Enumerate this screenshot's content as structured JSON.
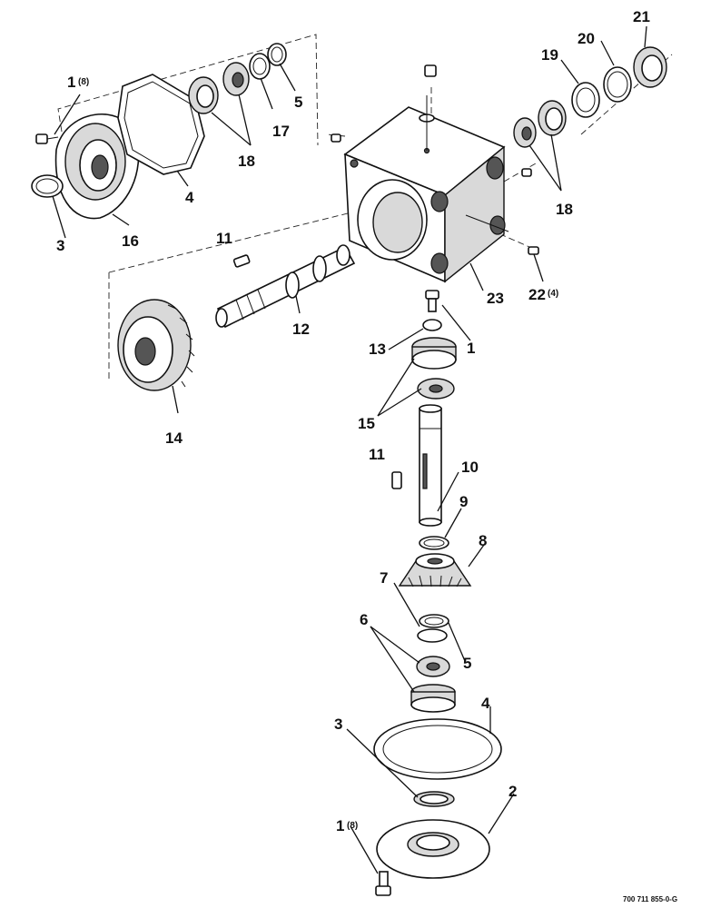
{
  "drawing_code": "700 711 855-0-G",
  "callouts": [
    {
      "id": "c1a",
      "number": "1",
      "qty": "(8)"
    },
    {
      "id": "c5a",
      "number": "5"
    },
    {
      "id": "c17",
      "number": "17"
    },
    {
      "id": "c18a",
      "number": "18"
    },
    {
      "id": "c4a",
      "number": "4"
    },
    {
      "id": "c16",
      "number": "16"
    },
    {
      "id": "c3a",
      "number": "3"
    },
    {
      "id": "c11a",
      "number": "11"
    },
    {
      "id": "c12",
      "number": "12"
    },
    {
      "id": "c14",
      "number": "14"
    },
    {
      "id": "c21",
      "number": "21"
    },
    {
      "id": "c20",
      "number": "20"
    },
    {
      "id": "c19",
      "number": "19"
    },
    {
      "id": "c18b",
      "number": "18"
    },
    {
      "id": "c22",
      "number": "22",
      "qty": "(4)"
    },
    {
      "id": "c23",
      "number": "23"
    },
    {
      "id": "c1b",
      "number": "1"
    },
    {
      "id": "c13",
      "number": "13"
    },
    {
      "id": "c15",
      "number": "15"
    },
    {
      "id": "c11b",
      "number": "11"
    },
    {
      "id": "c10",
      "number": "10"
    },
    {
      "id": "c9",
      "number": "9"
    },
    {
      "id": "c8",
      "number": "8"
    },
    {
      "id": "c7",
      "number": "7"
    },
    {
      "id": "c6",
      "number": "6"
    },
    {
      "id": "c5b",
      "number": "5"
    },
    {
      "id": "c4b",
      "number": "4"
    },
    {
      "id": "c3b",
      "number": "3"
    },
    {
      "id": "c2",
      "number": "2"
    },
    {
      "id": "c1c",
      "number": "1",
      "qty": "(8)"
    }
  ]
}
